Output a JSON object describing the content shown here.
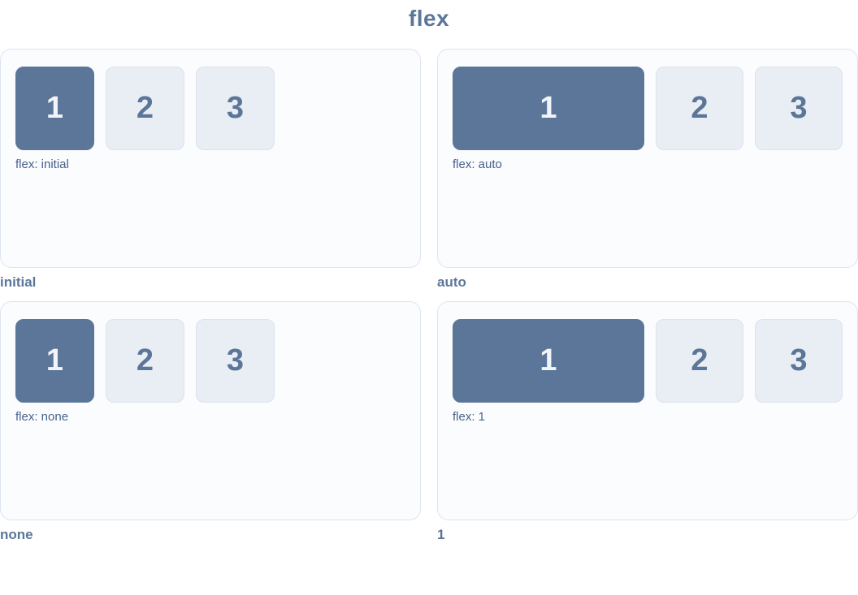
{
  "title": "flex",
  "colors": {
    "accent": "#5b7699",
    "highlight_box_bg": "#5b7699",
    "highlight_box_text": "#f1f4f8",
    "plain_box_bg": "#e9edf4",
    "plain_box_border": "#dce2ee",
    "panel_bg": "#fbfcfe",
    "panel_border": "#dde4f0",
    "prop_label_text": "#47618a"
  },
  "panels": [
    {
      "caption": "initial",
      "prop_label": "flex: initial",
      "boxes": [
        "1",
        "2",
        "3"
      ],
      "highlighted_box": "1",
      "box1_grows": false
    },
    {
      "caption": "auto",
      "prop_label": "flex: auto",
      "boxes": [
        "1",
        "2",
        "3"
      ],
      "highlighted_box": "1",
      "box1_grows": true
    },
    {
      "caption": "none",
      "prop_label": "flex: none",
      "boxes": [
        "1",
        "2",
        "3"
      ],
      "highlighted_box": "1",
      "box1_grows": false
    },
    {
      "caption": "1",
      "prop_label": "flex: 1",
      "boxes": [
        "1",
        "2",
        "3"
      ],
      "highlighted_box": "1",
      "box1_grows": true
    }
  ]
}
